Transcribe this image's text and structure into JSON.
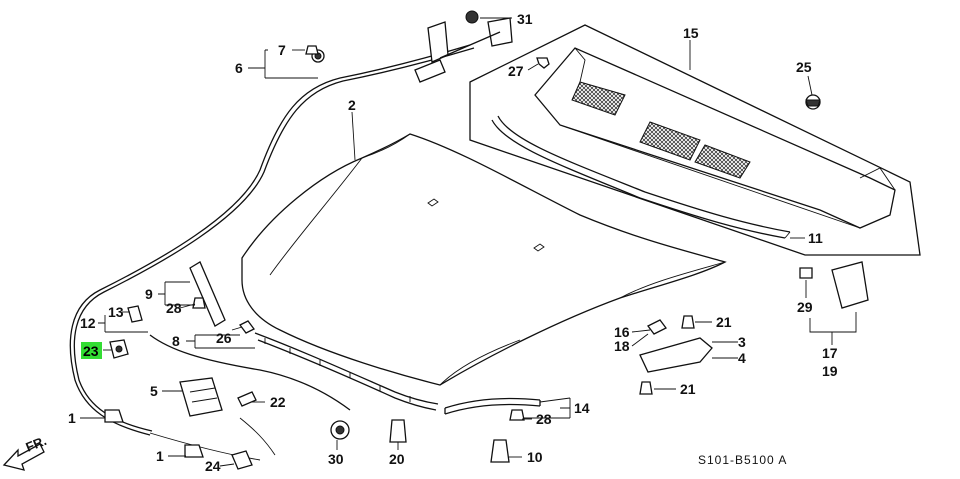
{
  "diagram": {
    "diagram_code": "S101-B5100 A",
    "direction_label": "FR.",
    "highlight_color": "#33dd33",
    "callouts": [
      {
        "id": "c1a",
        "label": "1"
      },
      {
        "id": "c1b",
        "label": "1"
      },
      {
        "id": "c2",
        "label": "2"
      },
      {
        "id": "c3",
        "label": "3"
      },
      {
        "id": "c4",
        "label": "4"
      },
      {
        "id": "c5",
        "label": "5"
      },
      {
        "id": "c6",
        "label": "6"
      },
      {
        "id": "c7",
        "label": "7"
      },
      {
        "id": "c8",
        "label": "8"
      },
      {
        "id": "c9",
        "label": "9"
      },
      {
        "id": "c10",
        "label": "10"
      },
      {
        "id": "c11",
        "label": "11"
      },
      {
        "id": "c12",
        "label": "12"
      },
      {
        "id": "c13",
        "label": "13"
      },
      {
        "id": "c14",
        "label": "14"
      },
      {
        "id": "c15",
        "label": "15"
      },
      {
        "id": "c16",
        "label": "16"
      },
      {
        "id": "c17",
        "label": "17"
      },
      {
        "id": "c18",
        "label": "18"
      },
      {
        "id": "c19",
        "label": "19"
      },
      {
        "id": "c20",
        "label": "20"
      },
      {
        "id": "c21a",
        "label": "21"
      },
      {
        "id": "c21b",
        "label": "21"
      },
      {
        "id": "c22",
        "label": "22"
      },
      {
        "id": "c23",
        "label": "23",
        "highlighted": true
      },
      {
        "id": "c24",
        "label": "24"
      },
      {
        "id": "c25",
        "label": "25"
      },
      {
        "id": "c26",
        "label": "26"
      },
      {
        "id": "c27",
        "label": "27"
      },
      {
        "id": "c28a",
        "label": "28"
      },
      {
        "id": "c28b",
        "label": "28"
      },
      {
        "id": "c29",
        "label": "29"
      },
      {
        "id": "c30",
        "label": "30"
      },
      {
        "id": "c31",
        "label": "31"
      }
    ]
  }
}
